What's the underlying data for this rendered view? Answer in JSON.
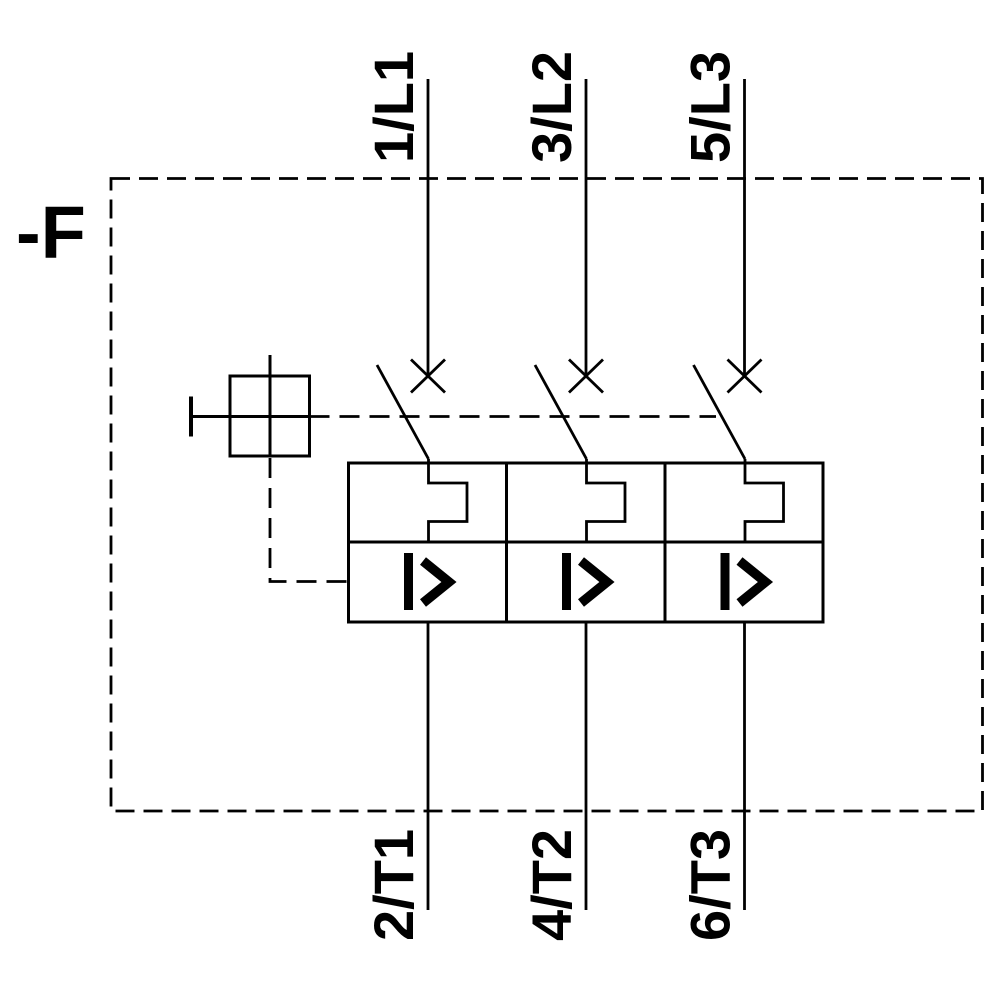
{
  "diagram": {
    "kind": "electrical-schematic",
    "description": "Three-pole motor protection circuit breaker with thermal overload and magnetic overcurrent releases inside a dashed device enclosure",
    "designation": "-F",
    "colors": {
      "line": "#000000",
      "background": "#ffffff"
    },
    "poles": [
      {
        "top_terminal": "1/L1",
        "bottom_terminal": "2/T1",
        "magnetic_trip_symbol": "I>"
      },
      {
        "top_terminal": "3/L2",
        "bottom_terminal": "4/T2",
        "magnetic_trip_symbol": "I>"
      },
      {
        "top_terminal": "5/L3",
        "bottom_terminal": "6/T3",
        "magnetic_trip_symbol": "I>"
      }
    ]
  }
}
